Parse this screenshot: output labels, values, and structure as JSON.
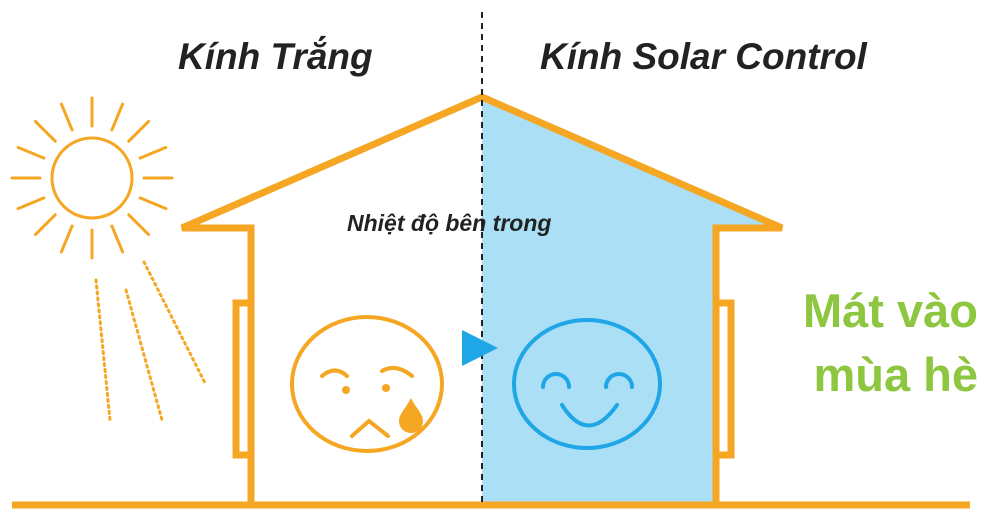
{
  "labels": {
    "left_title": "Kính Trắng",
    "right_title": "Kính Solar Control",
    "inside_temperature": "Nhiệt độ bên trong",
    "summer_line1": "Mát vào",
    "summer_line2": "mùa hè"
  },
  "colors": {
    "house_outline": "#f5a623",
    "sun": "#f5a623",
    "tinted_glass_fill": "#aadff5",
    "happy_face": "#1ea6e6",
    "arrow": "#1ea6e6",
    "summer_text": "#8dc63f",
    "divider": "#222222"
  },
  "icons": {
    "sun": "sun-icon",
    "sad_face": "sweating-sad-face-icon",
    "happy_face": "smiling-face-icon",
    "arrow": "right-triangle-arrow-icon"
  }
}
